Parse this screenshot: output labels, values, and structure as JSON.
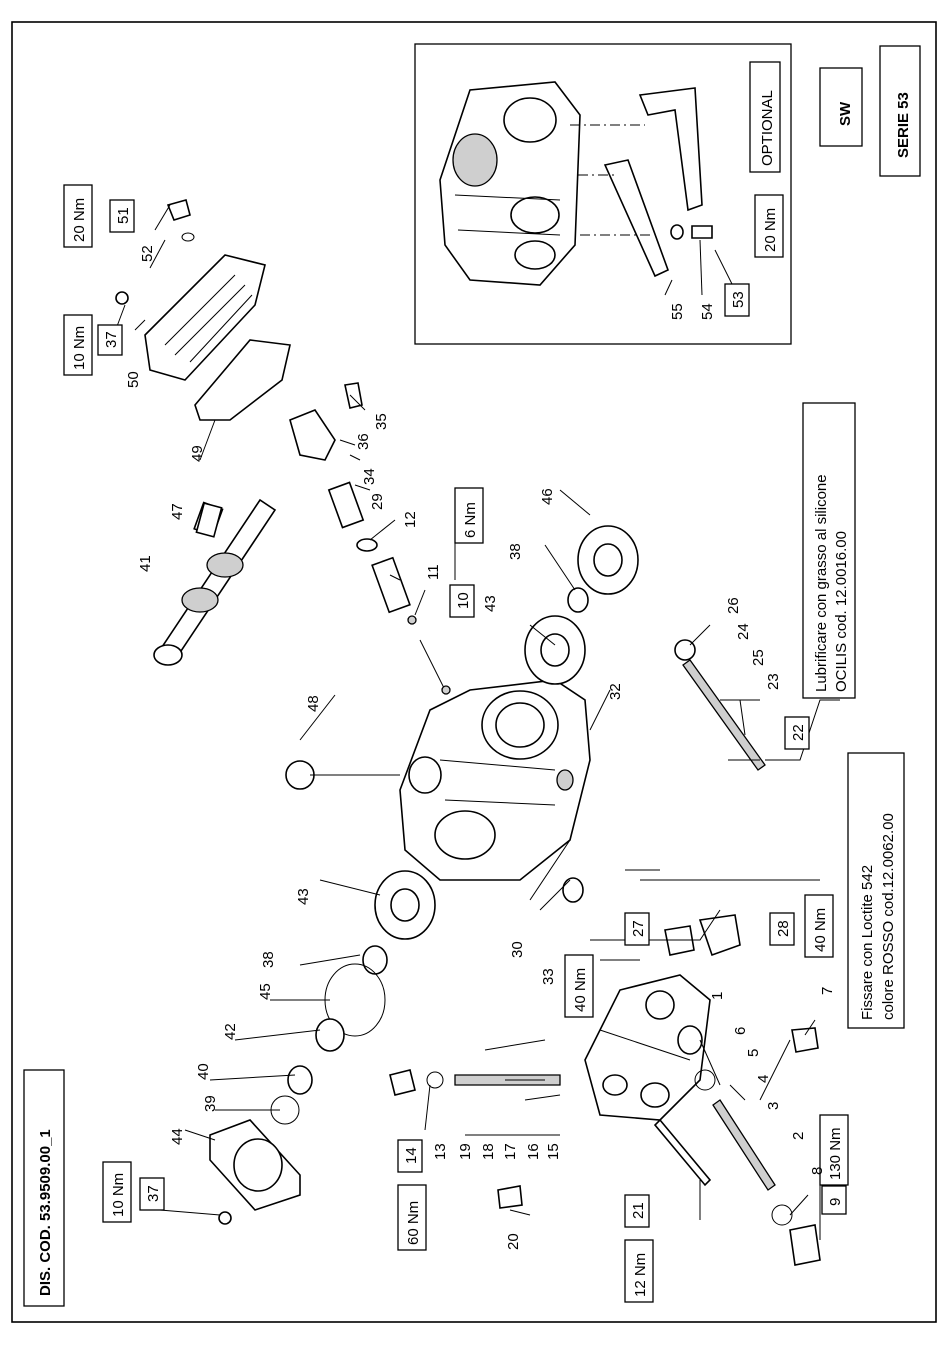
{
  "header": {
    "drawing_code": "DIS. COD. 53.9509.00_1",
    "model": "SW",
    "series": "SERIE 53"
  },
  "optional_label": "OPTIONAL",
  "notes": {
    "lubricate": [
      "Lubrificare con grasso al silicone",
      "OCILIS cod. 12.0016.00"
    ],
    "loctite": [
      "Fissare  con Loctite 542",
      "colore ROSSO cod.12.0062.00"
    ]
  },
  "torques": {
    "t37_top": "10 Nm",
    "t51": "20 Nm",
    "t10": "6 Nm",
    "t53": "20 Nm",
    "t28": "40 Nm",
    "t27": "40 Nm",
    "t9": "130 Nm",
    "t21": "12 Nm",
    "t14": "60 Nm",
    "t37_bottom": "10 Nm"
  },
  "boxed_parts": {
    "p37_top": "37",
    "p51": "51",
    "p10": "10",
    "p22": "22",
    "p53": "53",
    "p28": "28",
    "p27": "27",
    "p9": "9",
    "p21": "21",
    "p14": "14",
    "p37_bottom": "37"
  },
  "callouts": {
    "n1": "1",
    "n2": "2",
    "n3": "3",
    "n4": "4",
    "n5": "5",
    "n6": "6",
    "n7": "7",
    "n8": "8",
    "n11": "11",
    "n12": "12",
    "n13": "13",
    "n15": "15",
    "n16": "16",
    "n17": "17",
    "n18": "18",
    "n19": "19",
    "n20": "20",
    "n23": "23",
    "n24": "24",
    "n25": "25",
    "n26": "26",
    "n29": "29",
    "n30": "30",
    "n32": "32",
    "n33": "33",
    "n34": "34",
    "n35": "35",
    "n36": "36",
    "n38a": "38",
    "n38b": "38",
    "n39": "39",
    "n40": "40",
    "n41": "41",
    "n42": "42",
    "n43a": "43",
    "n43b": "43",
    "n44": "44",
    "n45": "45",
    "n46": "46",
    "n47": "47",
    "n48": "48",
    "n49": "49",
    "n50": "50",
    "n52": "52",
    "n54": "54",
    "n55": "55"
  }
}
